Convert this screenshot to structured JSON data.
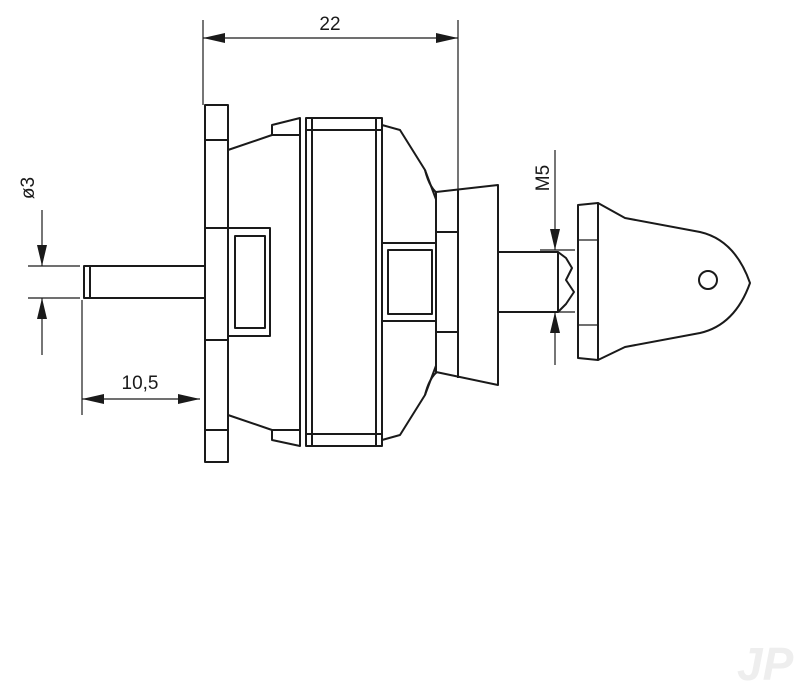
{
  "dimensions": {
    "overall_length": "22",
    "shaft_diameter": "ø3",
    "shaft_length": "10,5",
    "thread": "M5"
  },
  "watermark": "JP",
  "colors": {
    "line": "#1a1a1a",
    "background": "#ffffff",
    "watermark": "#eeeeee"
  }
}
